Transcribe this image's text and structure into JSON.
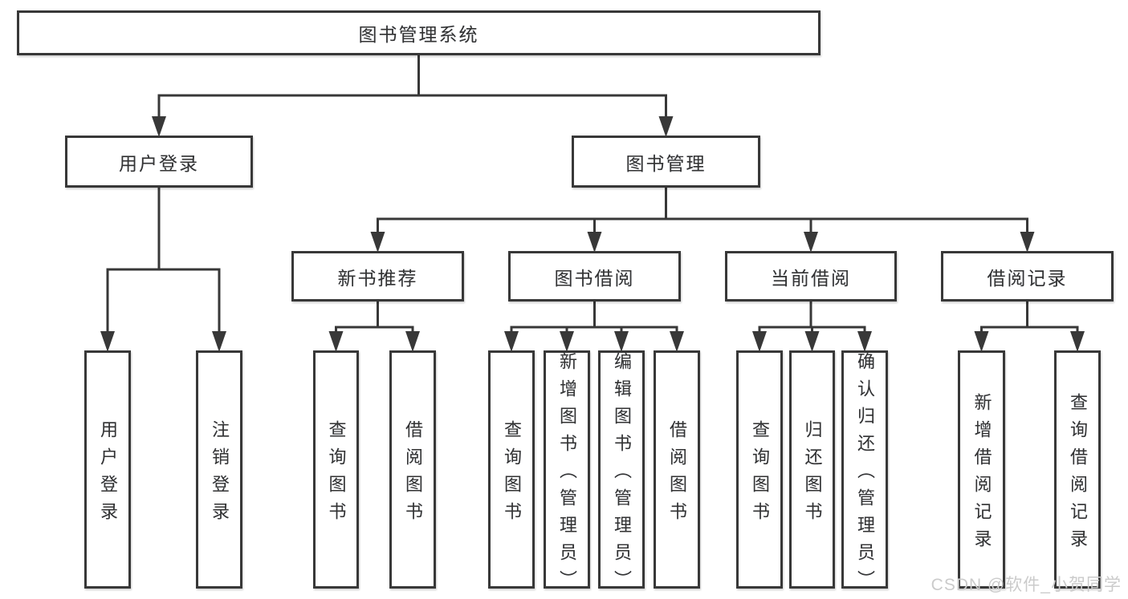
{
  "diagram": {
    "title": "图书管理系统",
    "watermark": "CSDN @软件_小贺同学",
    "colors": {
      "line": "#383838",
      "text": "#333333",
      "background": "#ffffff",
      "watermark": "#cbcbcb"
    }
  },
  "nodes": [
    {
      "id": "root",
      "parent": null,
      "label": "图书管理系统"
    },
    {
      "id": "user_login_grp",
      "parent": "root",
      "label": "用户登录"
    },
    {
      "id": "book_mgmt",
      "parent": "root",
      "label": "图书管理"
    },
    {
      "id": "new_book_rec",
      "parent": "book_mgmt",
      "label": "新书推荐"
    },
    {
      "id": "book_borrow",
      "parent": "book_mgmt",
      "label": "图书借阅"
    },
    {
      "id": "current_borrow",
      "parent": "book_mgmt",
      "label": "当前借阅"
    },
    {
      "id": "borrow_records",
      "parent": "book_mgmt",
      "label": "借阅记录"
    },
    {
      "id": "user_login",
      "parent": "user_login_grp",
      "label": "用户登录"
    },
    {
      "id": "logout",
      "parent": "user_login_grp",
      "label": "注销登录"
    },
    {
      "id": "query_book_1",
      "parent": "new_book_rec",
      "label": "查询图书"
    },
    {
      "id": "borrow_book_1",
      "parent": "new_book_rec",
      "label": "借阅图书"
    },
    {
      "id": "query_book_2",
      "parent": "book_borrow",
      "label": "查询图书"
    },
    {
      "id": "add_book",
      "parent": "book_borrow",
      "label": "新增图书（管理员）"
    },
    {
      "id": "edit_book",
      "parent": "book_borrow",
      "label": "编辑图书（管理员）"
    },
    {
      "id": "borrow_book_2",
      "parent": "book_borrow",
      "label": "借阅图书"
    },
    {
      "id": "query_book_3",
      "parent": "current_borrow",
      "label": "查询图书"
    },
    {
      "id": "return_book",
      "parent": "current_borrow",
      "label": "归还图书"
    },
    {
      "id": "confirm_return",
      "parent": "current_borrow",
      "label": "确认归还（管理员）"
    },
    {
      "id": "add_borrow_record",
      "parent": "borrow_records",
      "label": "新增借阅记录"
    },
    {
      "id": "query_borrow_record",
      "parent": "borrow_records",
      "label": "查询借阅记录"
    }
  ]
}
